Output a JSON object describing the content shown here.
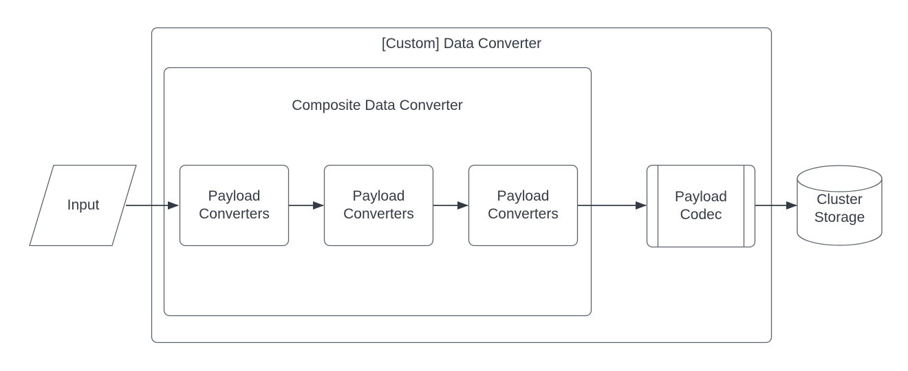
{
  "diagram": {
    "title": "[Custom] Data Converter",
    "inner_title": "Composite Data Converter",
    "nodes": {
      "input": "Input",
      "converter1": "Payload Converters",
      "converter2": "Payload Converters",
      "converter3": "Payload Converters",
      "codec": "Payload Codec",
      "storage": "Cluster Storage"
    },
    "flow": "Input -> Payload Converters -> Payload Converters -> Payload Converters -> Payload Codec -> Cluster Storage",
    "colors": {
      "background": "#ffffff",
      "shape_stroke": "#5a6169",
      "arrow": "#343b45",
      "text": "#343b45"
    }
  }
}
